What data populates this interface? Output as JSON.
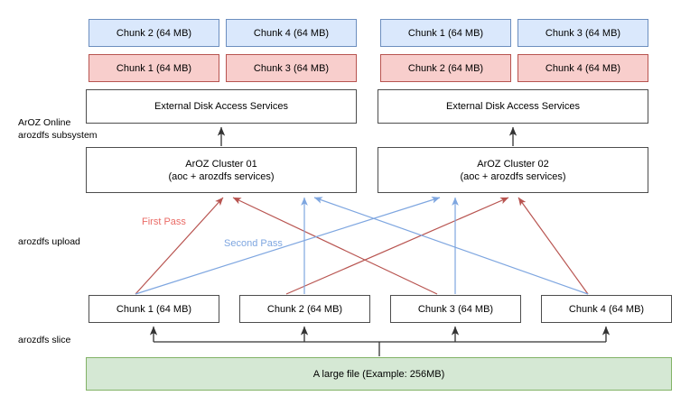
{
  "diagram": {
    "title": "ArOZ Online arozdfs subsystem diagram",
    "colors": {
      "blue_fill": "#dae8fc",
      "blue_stroke": "#6c8ebf",
      "red_fill": "#f8cecc",
      "red_stroke": "#b85450",
      "green_fill": "#d5e8d4",
      "green_stroke": "#82b366",
      "plain_fill": "#ffffff",
      "plain_stroke": "#4d4d4d",
      "first_pass_arrow": "#b85450",
      "second_pass_arrow": "#7ea6e0",
      "plain_arrow": "#333333"
    },
    "side_labels": {
      "subsystem": "ArOZ Online\narozdfs subsystem",
      "upload": "arozdfs upload",
      "slice": "arozdfs slice"
    },
    "pass_labels": {
      "first": "First Pass",
      "second": "Second Pass"
    },
    "replica_rows": {
      "blue_row": [
        "Chunk 2 (64 MB)",
        "Chunk 4 (64 MB)",
        "Chunk 1 (64 MB)",
        "Chunk 3 (64 MB)"
      ],
      "red_row": [
        "Chunk 1 (64 MB)",
        "Chunk 3 (64 MB)",
        "Chunk 2 (64 MB)",
        "Chunk 4 (64 MB)"
      ]
    },
    "disk_services": [
      "External Disk Access Services",
      "External Disk Access Services"
    ],
    "clusters": [
      "ArOZ Cluster 01\n(aoc + arozdfs services)",
      "ArOZ Cluster 02\n(aoc + arozdfs services)"
    ],
    "source_chunks": [
      "Chunk 1 (64 MB)",
      "Chunk 2 (64 MB)",
      "Chunk 3 (64 MB)",
      "Chunk 4 (64 MB)"
    ],
    "source_file": "A large file (Example: 256MB)"
  }
}
